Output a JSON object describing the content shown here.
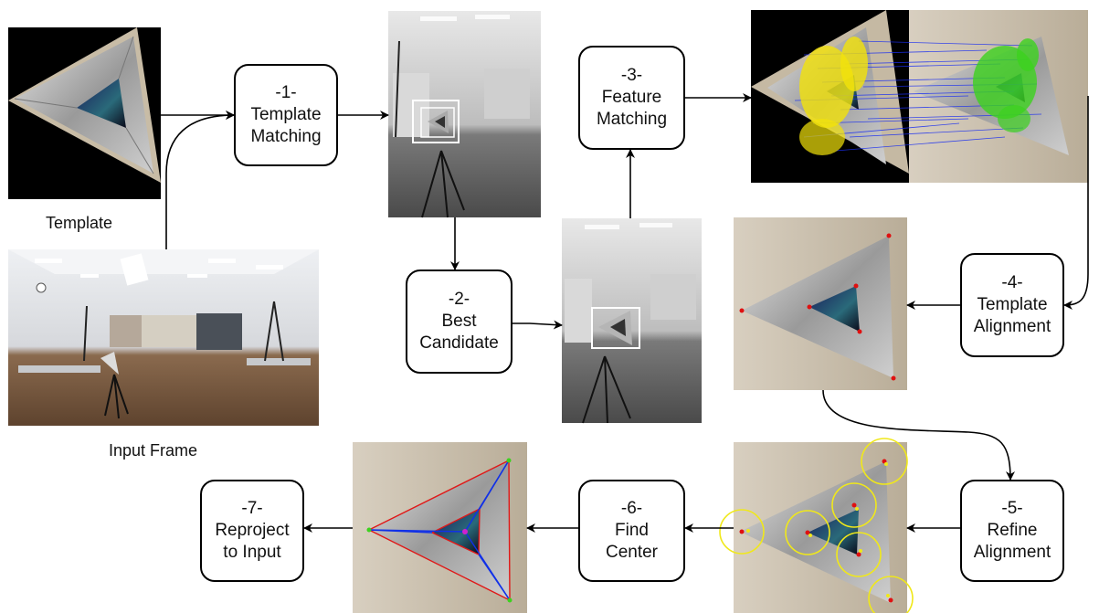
{
  "captions": {
    "template": "Template",
    "input_frame": "Input Frame"
  },
  "steps": [
    {
      "id": 1,
      "num": "-1-",
      "line1": "Template",
      "line2": "Matching"
    },
    {
      "id": 2,
      "num": "-2-",
      "line1": "Best",
      "line2": "Candidate"
    },
    {
      "id": 3,
      "num": "-3-",
      "line1": "Feature",
      "line2": "Matching"
    },
    {
      "id": 4,
      "num": "-4-",
      "line1": "Template",
      "line2": "Alignment"
    },
    {
      "id": 5,
      "num": "-5-",
      "line1": "Refine",
      "line2": "Alignment"
    },
    {
      "id": 6,
      "num": "-6-",
      "line1": "Find",
      "line2": "Center"
    },
    {
      "id": 7,
      "num": "-7-",
      "line1": "Reproject",
      "line2": "to Input"
    }
  ],
  "colors": {
    "keypoints_left": "#f2e20a",
    "keypoints_right": "#3cd21e",
    "match_lines": "#1a2ef0",
    "corner_markers": "#e01010",
    "refine_circles": "#f0e81a",
    "center_lines_blue": "#1030e8",
    "center_lines_red": "#e01818",
    "center_point": "#d020d0"
  }
}
